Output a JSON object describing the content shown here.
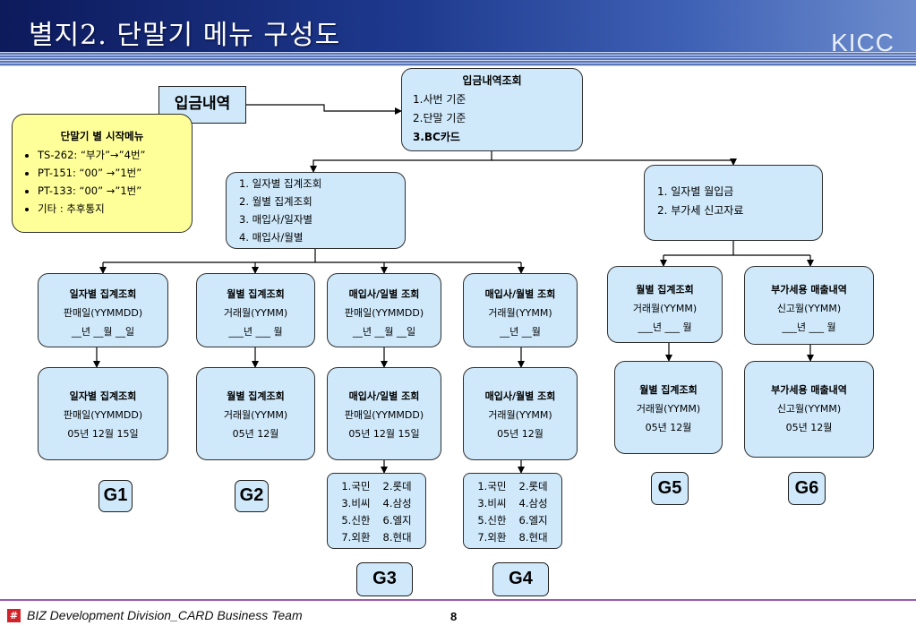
{
  "title": "별지2. 단말기 메뉴 구성도",
  "logo": "KICC",
  "input_label": "입금내역",
  "note": {
    "title": "단말기 별 시작메뉴",
    "items": [
      "TS-262: “부가”→”4번”",
      "PT-151: “00” →”1번”",
      "PT-133: “00” →”1번”",
      "기타 : 추후통지"
    ]
  },
  "top": {
    "title": "입금내역조회",
    "lines": [
      "1.사번 기준",
      "2.단말 기준",
      "3.BC카드"
    ]
  },
  "left_menu": [
    "1. 일자별 집계조회",
    "2. 월별 집계조회",
    "3. 매입사/일자별",
    "4. 매입사/월별"
  ],
  "right_menu": [
    "1. 일자별 월입금",
    "2. 부가세 신고자료"
  ],
  "row1": [
    {
      "title": "일자별 집계조회",
      "l1": "판매일(YYMMDD)",
      "l2": "__년 __월 __일"
    },
    {
      "title": "월별 집계조회",
      "l1": "거래월(YYMM)",
      "l2": "___년 ___ 월"
    },
    {
      "title": "매입사/일별 조회",
      "l1": "판매일(YYMMDD)",
      "l2": "__년 __월 __일"
    },
    {
      "title": "매입사/월별 조회",
      "l1": "거래월(YYMM)",
      "l2": "__년 __월"
    },
    {
      "title": "월별 집계조회",
      "l1": "거래월(YYMM)",
      "l2": "___년 ___ 월"
    },
    {
      "title": "부가세용 매출내역",
      "l1": "신고월(YYMM)",
      "l2": "___년 ___ 월"
    }
  ],
  "row2": [
    {
      "title": "일자별 집계조회",
      "l1": "판매일(YYMMDD)",
      "l2": "05년 12월 15일"
    },
    {
      "title": "월별 집계조회",
      "l1": "거래월(YYMM)",
      "l2": "05년  12월"
    },
    {
      "title": "매입사/일별 조회",
      "l1": "판매일(YYMMDD)",
      "l2": "05년 12월 15일"
    },
    {
      "title": "매입사/월별 조회",
      "l1": "거래월(YYMM)",
      "l2": "05년  12월"
    },
    {
      "title": "월별 집계조회",
      "l1": "거래월(YYMM)",
      "l2": "05년  12월"
    },
    {
      "title": "부가세용 매출내역",
      "l1": "신고월(YYMM)",
      "l2": "05년  12월"
    }
  ],
  "card_list": [
    "1.국민",
    "2.롯데",
    "3.비씨",
    "4.삼성",
    "5.신한",
    "6.엘지",
    "7.외환",
    "8.현대"
  ],
  "gtags": [
    "G1",
    "G2",
    "G3",
    "G4",
    "G5",
    "G6"
  ],
  "footer_icon": "#",
  "footer": "BIZ Development Division_CARD Business Team",
  "page": "8"
}
